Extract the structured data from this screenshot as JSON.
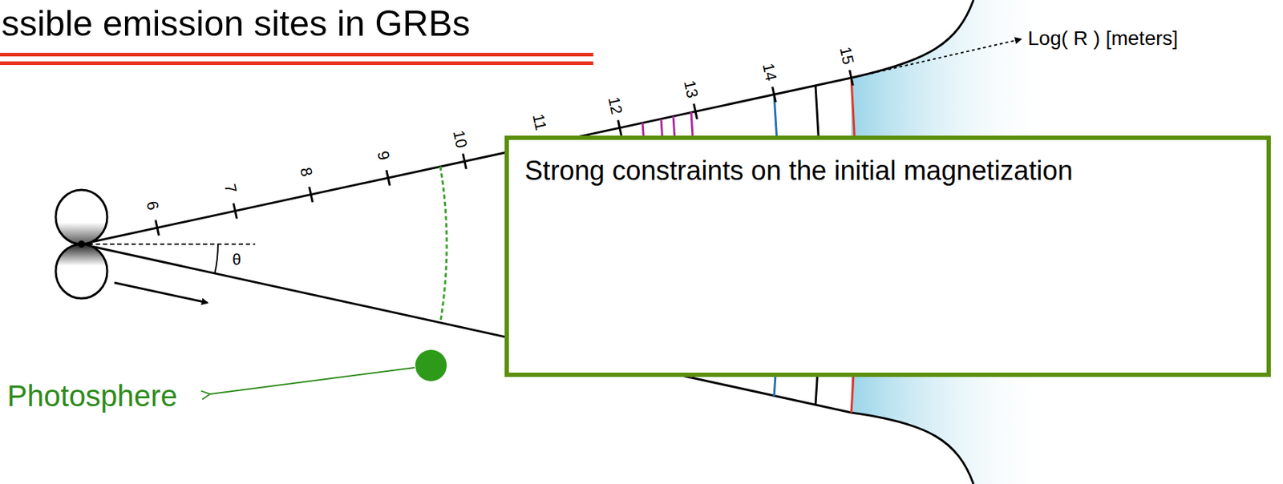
{
  "diagram": {
    "title": "ssible emission sites in GRBs",
    "nodes": [
      {
        "text": [
          "Strong constraints on the initial magnetization"
        ]
      }
    ],
    "labels": [
      "6",
      "7",
      "8",
      "9",
      "10",
      "11",
      "12",
      "13",
      "14",
      "15",
      "θ",
      "Log( R ) [meters]",
      "Photosphere"
    ]
  }
}
